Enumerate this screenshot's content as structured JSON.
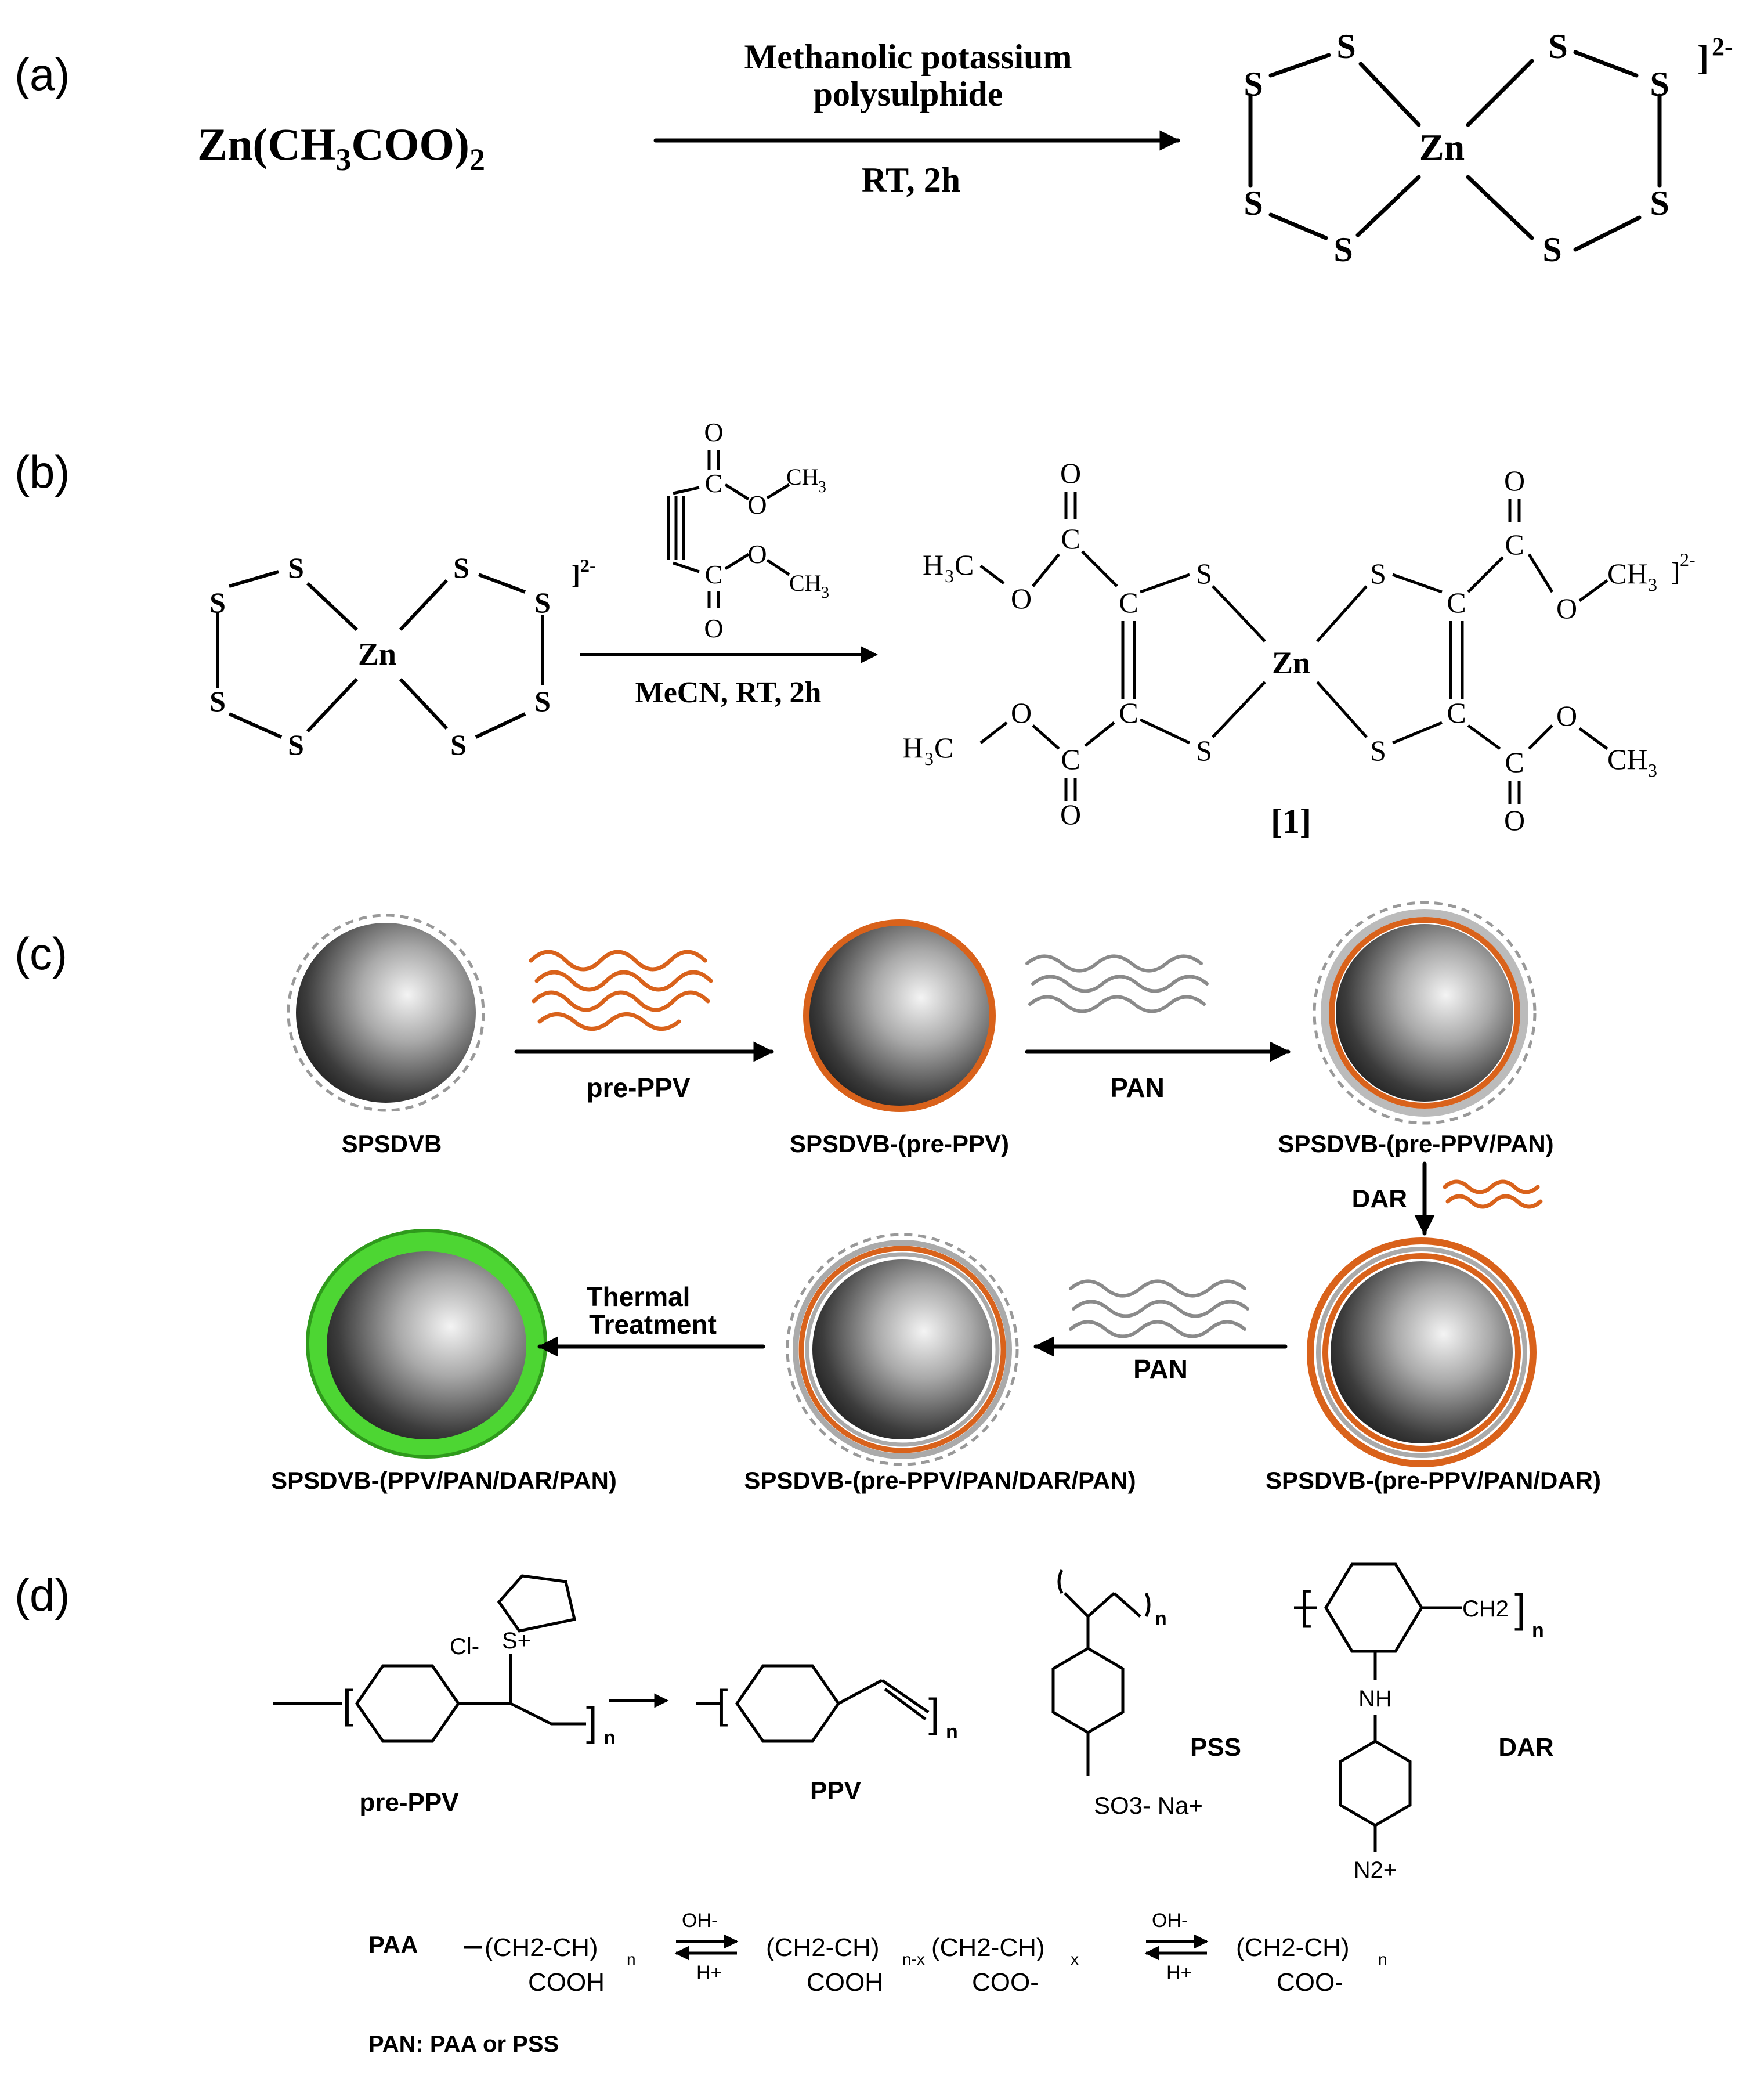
{
  "panels": {
    "a": {
      "label": "(a)",
      "reactant": "Zn(CH3COO)2",
      "reagent_line1": "Methanolic potassium",
      "reagent_line2": "polysulphide",
      "condition": "RT, 2h",
      "product_metal": "Zn",
      "product_atom": "S",
      "product_charge": "]2-"
    },
    "b": {
      "label": "(b)",
      "reactant_metal": "Zn",
      "reactant_atom": "S",
      "reactant_charge": "]2-",
      "condition": "MeCN, RT, 2h",
      "reagent_atoms": {
        "o": "O",
        "c": "C",
        "ch3": "CH3"
      },
      "product_metal": "Zn",
      "product_groups": {
        "h3c": "H3C",
        "ch3": "CH3",
        "o": "O",
        "c": "C",
        "s": "S"
      },
      "product_charge": "]2-",
      "compound_label": "[1]"
    },
    "c": {
      "label": "(c)",
      "steps": {
        "s1": "pre-PPV",
        "s2": "PAN",
        "s3": "DAR",
        "s4": "PAN",
        "s5_line1": "Thermal",
        "s5_line2": "Treatment"
      },
      "particles": {
        "p1": "SPSDVB",
        "p2": "SPSDVB-(pre-PPV)",
        "p3": "SPSDVB-(pre-PPV/PAN)",
        "p4": "SPSDVB-(pre-PPV/PAN/DAR)",
        "p5": "SPSDVB-(pre-PPV/PAN/DAR/PAN)",
        "p6": "SPSDVB-(PPV/PAN/DAR/PAN)"
      },
      "colors": {
        "orange": "#d9621b",
        "green": "#4dd633",
        "gray": "#8a8a8a"
      }
    },
    "d": {
      "label": "(d)",
      "names": {
        "preppv": "pre-PPV",
        "ppv": "PPV",
        "pss": "PSS",
        "dar": "DAR",
        "paa": "PAA"
      },
      "atoms": {
        "cl": "Cl-",
        "s": "S+",
        "nh": "NH",
        "n2": "N2+",
        "so3": "SO3- Na+",
        "ch2": "CH2",
        "n": "n"
      },
      "paa_units": {
        "u1_top": "(CH2-CH)",
        "u1_bot": "COOH",
        "u1_sub": "n",
        "u2_top": "(CH2-CH)",
        "u2_bot": "COOH",
        "u2_sub": "n-x",
        "u3_top": "(CH2-CH)",
        "u3_bot": "COO-",
        "u3_sub": "x",
        "u4_top": "(CH2-CH)",
        "u4_bot": "COO-",
        "u4_sub": "n",
        "oh": "OH-",
        "h": "H+"
      },
      "footer": "PAN: PAA or PSS"
    }
  }
}
